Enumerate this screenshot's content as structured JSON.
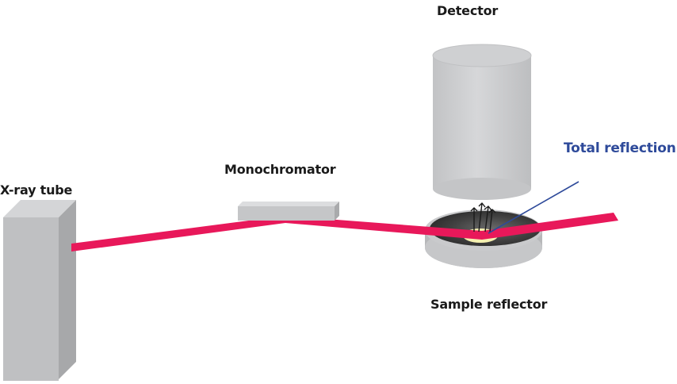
{
  "labels": {
    "detector": "Detector",
    "monochromator": "Monochromator",
    "xray_tube": "X-ray tube",
    "sample_reflector": "Sample reflector",
    "total_reflection": "Total reflection"
  },
  "colors": {
    "beam": "#e8185a",
    "annotation": "#2e4a9a",
    "text": "#1a1a1a",
    "metal_light": "#d2d3d5",
    "metal_mid": "#bfc0c2",
    "metal_dark": "#9a9b9d",
    "sample_surface": "#4a4a4a",
    "sample_spot": "#f5f0b0"
  },
  "icons": {
    "fluorescence": "up-arrows-icon"
  }
}
